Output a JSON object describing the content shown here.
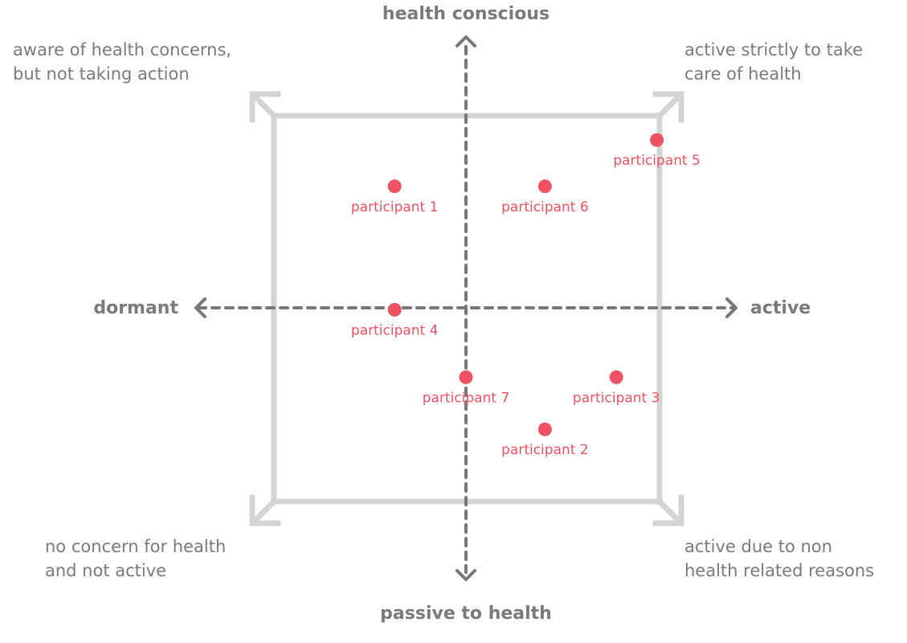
{
  "axes": {
    "top": "health conscious",
    "bottom": "passive to health",
    "left": "dormant",
    "right": "active"
  },
  "quadrants": {
    "top_left": [
      "aware of health concerns,",
      "but not taking action"
    ],
    "top_right": [
      "active strictly to take",
      "care of health"
    ],
    "bottom_left": [
      "no concern for health",
      "and not active"
    ],
    "bottom_right": [
      "active due to non",
      "health related reasons"
    ]
  },
  "colors": {
    "axis": "#777777",
    "frame": "#d4d4d4",
    "text": "#7a7a7a",
    "participant": "#ef5262"
  },
  "chart_data": {
    "type": "scatter",
    "xlim": [
      -1,
      1
    ],
    "ylim": [
      -1,
      1
    ],
    "points": [
      {
        "name": "participant 1",
        "x": -0.37,
        "y": 0.63
      },
      {
        "name": "participant 2",
        "x": 0.41,
        "y": -0.63
      },
      {
        "name": "participant 3",
        "x": 0.78,
        "y": -0.36
      },
      {
        "name": "participant 4",
        "x": -0.37,
        "y": -0.01
      },
      {
        "name": "participant 5",
        "x": 0.99,
        "y": 0.87
      },
      {
        "name": "participant 6",
        "x": 0.41,
        "y": 0.63
      },
      {
        "name": "participant 7",
        "x": 0.0,
        "y": -0.36
      }
    ]
  }
}
